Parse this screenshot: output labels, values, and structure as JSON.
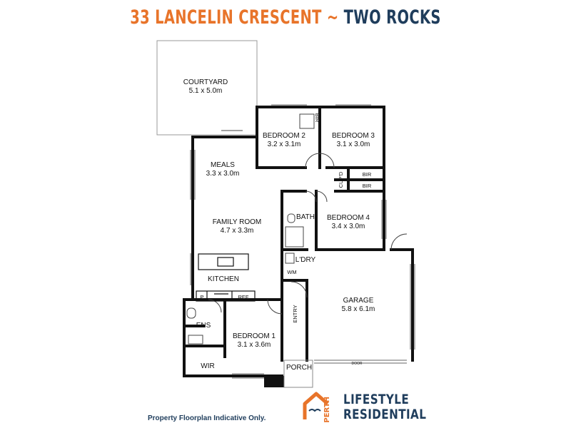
{
  "header": {
    "address": "33 LANCELIN CRESCENT",
    "separator": "~",
    "suburb": "TWO ROCKS"
  },
  "rooms": {
    "courtyard": {
      "name": "COURTYARD",
      "size": "5.1 x 5.0m"
    },
    "bedroom2": {
      "name": "BEDROOM 2",
      "size": "3.2 x 3.1m"
    },
    "bedroom3": {
      "name": "BEDROOM 3",
      "size": "3.1 x 3.0m"
    },
    "meals": {
      "name": "MEALS",
      "size": "3.3 x 3.0m"
    },
    "family": {
      "name": "FAMILY ROOM",
      "size": "4.7 x 3.3m"
    },
    "bedroom4": {
      "name": "BEDROOM 4",
      "size": "3.4 x 3.0m"
    },
    "garage": {
      "name": "GARAGE",
      "size": "5.8 x 6.1m"
    },
    "bedroom1": {
      "name": "BEDROOM 1",
      "size": "3.1 x 3.6m"
    }
  },
  "labels": {
    "bir1": "BIR",
    "bir2": "BIR",
    "bir3": "BIR",
    "cupd": "CUP'D",
    "bath": "BATH",
    "ldry": "L'DRY",
    "wm": "WM",
    "kitchen": "KITCHEN",
    "pantry": "P",
    "ref": "REF",
    "ens": "ENS",
    "wir": "WIR",
    "entry": "ENTRY",
    "porch": "PORCH",
    "door": "DOOR"
  },
  "footer": {
    "disclaimer": "Property Floorplan Indicative Only."
  },
  "logo": {
    "perth": "PERTH",
    "line1": "LIFESTYLE",
    "line2": "RESIDENTIAL"
  },
  "colors": {
    "orange": "#e8742a",
    "navy": "#1f3d5c",
    "wall": "#111111"
  }
}
